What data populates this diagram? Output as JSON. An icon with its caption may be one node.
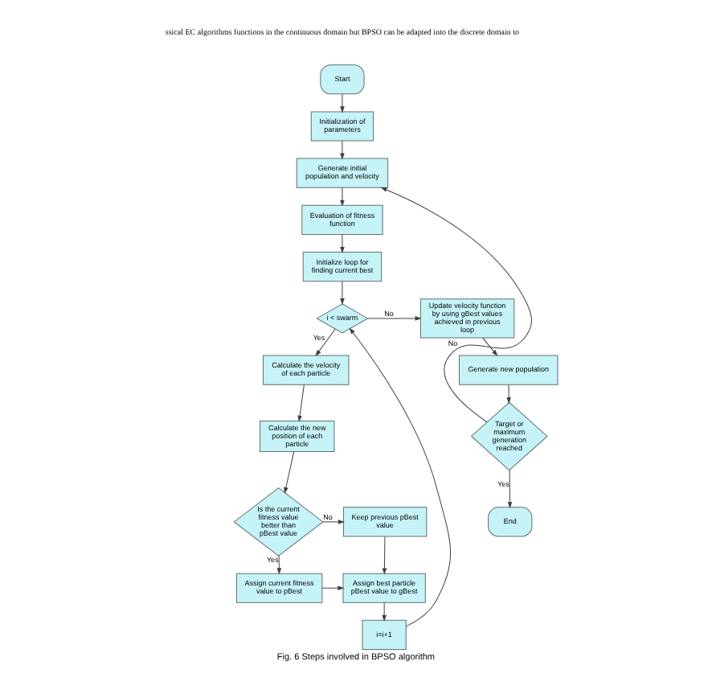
{
  "diagram": {
    "caption": "Fig. 6 Steps involved in BPSO algorithm",
    "nodes": [
      {
        "text": [
          "Start"
        ]
      },
      {
        "text": [
          "Initialization of parameters"
        ]
      },
      {
        "text": [
          "Generate initial population and velocity"
        ]
      },
      {
        "text": [
          "Evaluation of fitness function"
        ]
      },
      {
        "text": [
          "Initialize loop for finding current best"
        ]
      },
      {
        "text": [
          "i < swarm"
        ]
      },
      {
        "text": [
          "Update velocity function by using gBest values achieved in previous loop"
        ]
      },
      {
        "text": [
          "Generate new population"
        ]
      },
      {
        "text": [
          "Target or maximum generation reached"
        ]
      },
      {
        "text": [
          "End"
        ]
      },
      {
        "text": [
          "Calculate the velocity of each particle"
        ]
      },
      {
        "text": [
          "Calculate the new position of each particle"
        ]
      },
      {
        "text": [
          "Is the current fitness value better than pBest value"
        ]
      },
      {
        "text": [
          "Keep previous pBest value"
        ]
      },
      {
        "text": [
          "Assign current fitness value to pBest"
        ]
      },
      {
        "text": [
          "Assign best particle pBest value to gBest"
        ]
      },
      {
        "text": [
          "i=i+1"
        ]
      }
    ],
    "edges": [
      {
        "from": 0,
        "to": 1,
        "arrow": "to"
      },
      {
        "from": 1,
        "to": 2,
        "arrow": "to"
      },
      {
        "from": 2,
        "to": 3,
        "arrow": "to"
      },
      {
        "from": 3,
        "to": 4,
        "arrow": "to"
      },
      {
        "from": 4,
        "to": 5,
        "arrow": "to"
      },
      {
        "from": 5,
        "to": 6,
        "arrow": "to",
        "label": "No"
      },
      {
        "from": 6,
        "to": 7,
        "arrow": "to"
      },
      {
        "from": 7,
        "to": 8,
        "arrow": "to"
      },
      {
        "from": 8,
        "to": 2,
        "arrow": "to",
        "label": "No"
      },
      {
        "from": 8,
        "to": 9,
        "arrow": "to",
        "label": "Yes"
      },
      {
        "from": 5,
        "to": 10,
        "arrow": "to",
        "label": "Yes"
      },
      {
        "from": 10,
        "to": 11,
        "arrow": "to"
      },
      {
        "from": 11,
        "to": 12,
        "arrow": "to"
      },
      {
        "from": 12,
        "to": 13,
        "arrow": "to",
        "label": "No"
      },
      {
        "from": 12,
        "to": 14,
        "arrow": "to",
        "label": "Yes"
      },
      {
        "from": 13,
        "to": 15,
        "arrow": "to"
      },
      {
        "from": 14,
        "to": 15,
        "arrow": "to"
      },
      {
        "from": 15,
        "to": 16,
        "arrow": "to"
      },
      {
        "from": 16,
        "to": 5,
        "arrow": "to"
      }
    ],
    "labels": [
      "ssical EC algorithms functions in the continuous domain but BPSO can be adapted into the discrete domain to"
    ]
  }
}
